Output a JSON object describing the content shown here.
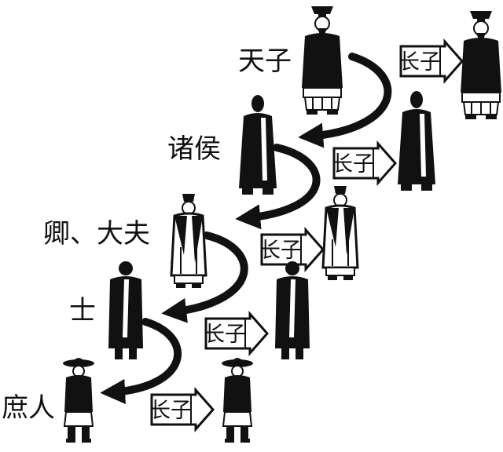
{
  "diagram": {
    "son_label": "长子",
    "ranks": [
      {
        "id": "tianzi",
        "label": "天子"
      },
      {
        "id": "zhuhou",
        "label": "诸侯"
      },
      {
        "id": "qing-dafu",
        "label": "卿、大夫"
      },
      {
        "id": "shi",
        "label": "士"
      },
      {
        "id": "shuren",
        "label": "庶人"
      }
    ],
    "colors": {
      "ink": "#111111",
      "paper": "#ffffff"
    }
  }
}
